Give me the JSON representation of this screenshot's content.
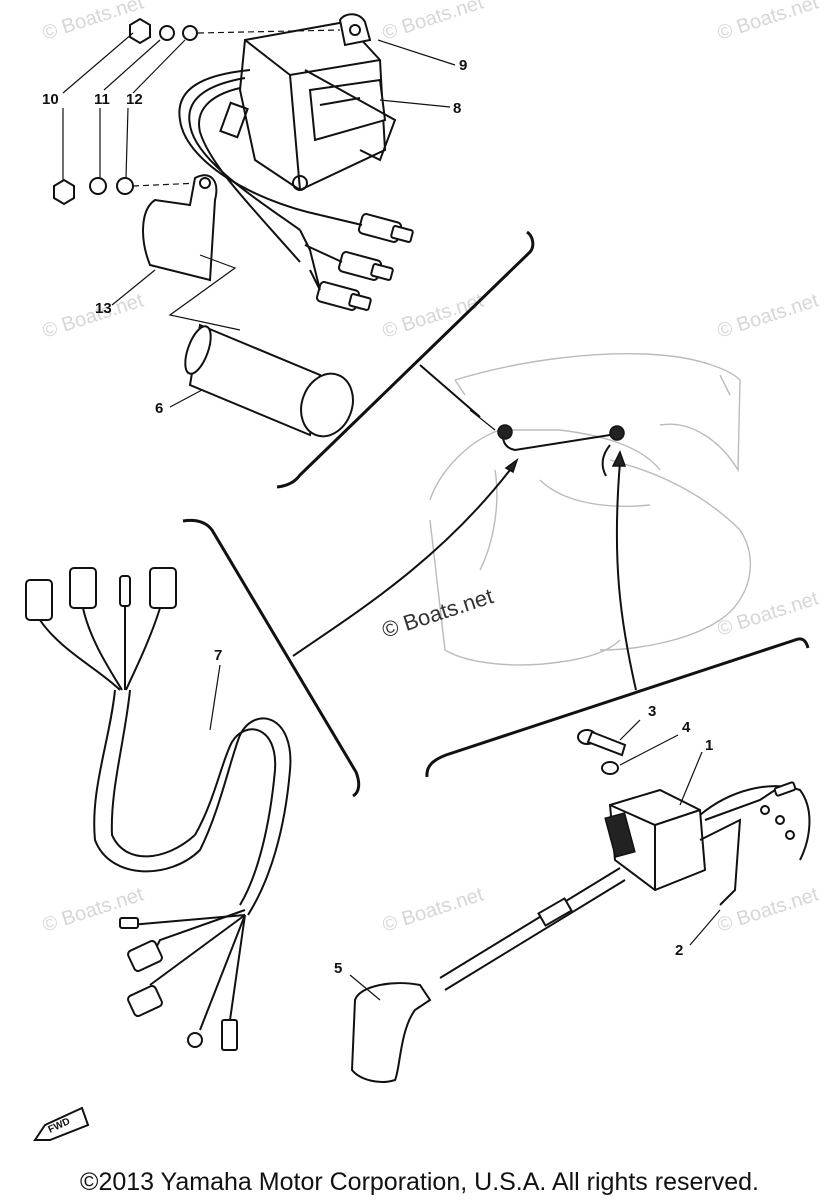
{
  "watermarks": [
    "© Boats.net",
    "© Boats.net",
    "© Boats.net",
    "© Boats.net",
    "© Boats.net",
    "© Boats.net",
    "© Boats.net",
    "© Boats.net",
    "© Boats.net",
    "© Boats.net"
  ],
  "center_watermark": "© Boats.net",
  "callouts": [
    "10",
    "11",
    "12",
    "9",
    "8",
    "13",
    "6",
    "7",
    "3",
    "4",
    "1",
    "2",
    "5"
  ],
  "fwd_label": "FWD",
  "copyright": "©2013 Yamaha Motor Corporation, U.S.A. All rights reserved."
}
